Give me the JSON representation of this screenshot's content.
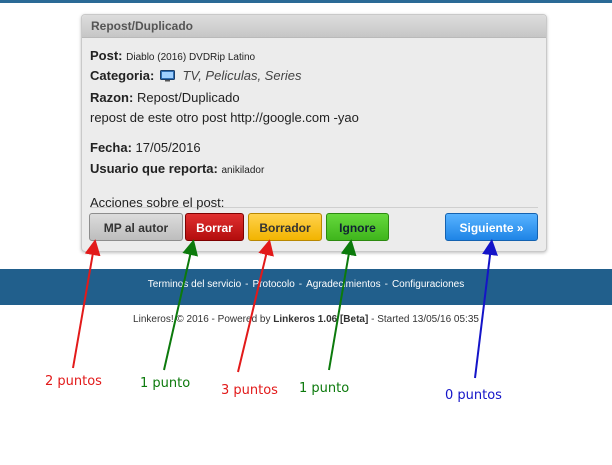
{
  "panel": {
    "title": "Repost/Duplicado",
    "post_label": "Post:",
    "post_value": "Diablo (2016) DVDRip Latino",
    "categoria_label": "Categoria:",
    "categoria_value": "TV, Peliculas, Series",
    "razon_label": "Razon:",
    "razon_value": "Repost/Duplicado",
    "razon_detail": "repost de este otro post http://google.com -yao",
    "fecha_label": "Fecha:",
    "fecha_value": "17/05/2016",
    "usuario_label": "Usuario que reporta:",
    "usuario_value": "anikilador",
    "acciones_label": "Acciones sobre el post:",
    "buttons": {
      "mp": "MP al autor",
      "borrar": "Borrar",
      "borrador": "Borrador",
      "ignore": "Ignore",
      "siguiente": "Siguiente »"
    }
  },
  "footer": {
    "links": [
      "Terminos del servicio",
      "Protocolo",
      "Agradecimientos",
      "Configuraciones"
    ],
    "separator": "-",
    "copyright_prefix": "Linkeros! © 2016 - Powered by",
    "brand": "Linkeros 1.06 [Beta]",
    "started": "- Started 13/05/16 05:35"
  },
  "annotations": [
    {
      "text": "2 puntos",
      "color": "#e21a1a"
    },
    {
      "text": "1 punto",
      "color": "#0c7a0c"
    },
    {
      "text": "3 puntos",
      "color": "#e21a1a"
    },
    {
      "text": "1 punto",
      "color": "#0c7a0c"
    },
    {
      "text": "0 puntos",
      "color": "#1414c8"
    }
  ]
}
